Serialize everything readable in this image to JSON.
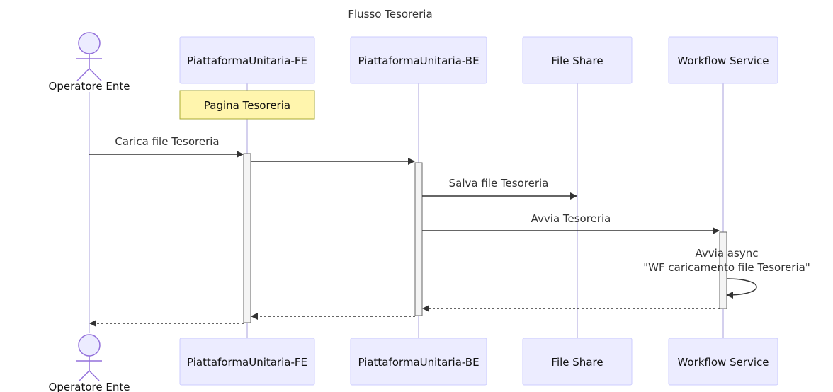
{
  "title": "Flusso Tesoreria",
  "actor": {
    "label": "Operatore Ente"
  },
  "participants": {
    "fe": "PiattaformaUnitaria-FE",
    "be": "PiattaformaUnitaria-BE",
    "fs": "File Share",
    "wf": "Workflow Service"
  },
  "note": {
    "label": "Pagina Tesoreria"
  },
  "messages": {
    "m1": "Carica file Tesoreria",
    "m3": "Salva file Tesoreria",
    "m4": "Avvia Tesoreria",
    "m5_line1": "Avvia async",
    "m5_line2": "\"WF caricamento file Tesoreria\""
  },
  "colors": {
    "participant_fill": "#ECECFF",
    "participant_stroke": "#CCCCFF",
    "lifeline": "#D4D0EE",
    "note_fill": "#FFF5AD",
    "note_stroke": "#AAAA33",
    "text": "#333333",
    "arrow": "#333333",
    "activation_fill": "#F4F4F4",
    "activation_stroke": "#666666"
  }
}
